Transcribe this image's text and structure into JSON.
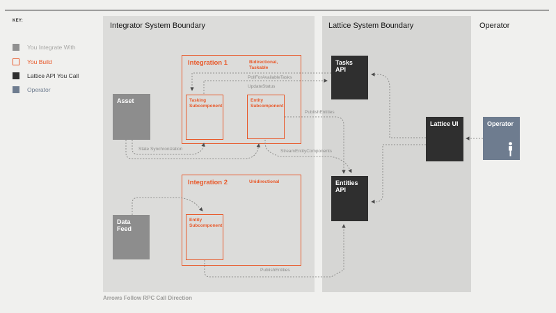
{
  "key": {
    "title": "KEY:",
    "items": [
      {
        "label": "You Integrate With"
      },
      {
        "label": "You Build"
      },
      {
        "label": "Lattice API You Call"
      },
      {
        "label": "Operator"
      }
    ]
  },
  "boundaries": {
    "integrator": "Integrator System Boundary",
    "lattice": "Lattice System Boundary",
    "operator": "Operator"
  },
  "nodes": {
    "asset": "Asset",
    "data_feed": "Data Feed",
    "integration1": {
      "title": "Integration 1",
      "mode": "Bidirectional, Taskable"
    },
    "integration2": {
      "title": "Integration 2",
      "mode": "Unidirectional"
    },
    "tasking_sub": "Tasking Subcomponent",
    "entity_sub1": "Entity Subcomponent",
    "entity_sub2": "Entity Subcomponent",
    "tasks_api": "Tasks API",
    "entities_api": "Entities API",
    "lattice_ui": "Lattice UI",
    "operator": "Operator"
  },
  "edges": {
    "poll_for_available_tasks": "PollForAvailableTasks",
    "update_status": "UpdateStatus",
    "publish_entities_top": "PublishEntities",
    "state_synchronization": "State Synchronization",
    "stream_entity_components": "StreamEntityComponents",
    "publish_entities_bottom": "PublishEntities"
  },
  "footer": "Arrows Follow RPC Call Direction",
  "colors": {
    "accent_orange": "#e8592a",
    "dark_node": "#2f2f2f",
    "gray_node": "#8d8d8d",
    "operator_slate": "#6e7c8f",
    "boundary_fill": "#dcdcda",
    "background": "#f0f0ee"
  }
}
